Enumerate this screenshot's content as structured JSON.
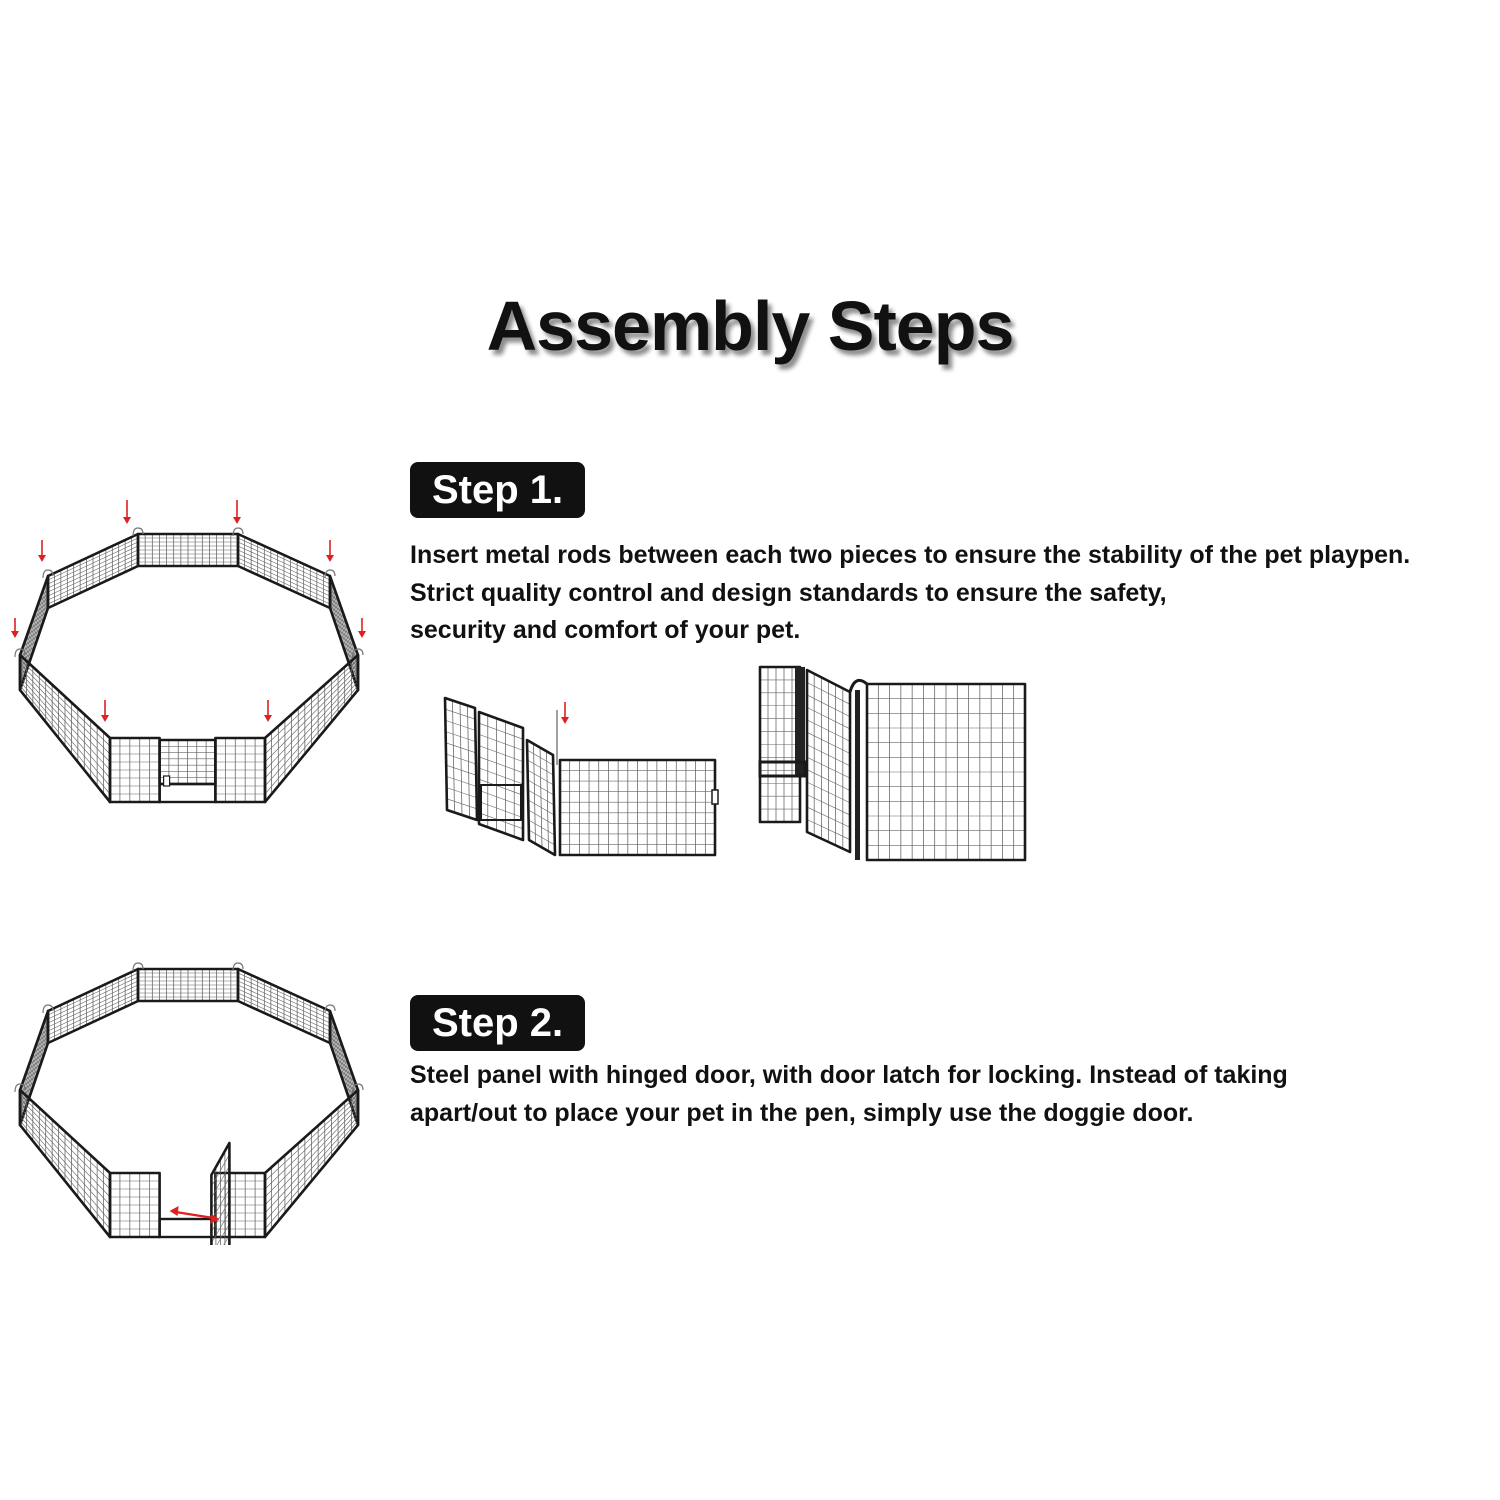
{
  "title": "Assembly Steps",
  "steps": [
    {
      "badge": "Step 1.",
      "lines": [
        "Insert metal rods between each two pieces to ensure the stability of the pet playpen.",
        "Strict quality control and design standards to ensure the safety,",
        "security and comfort of your pet."
      ]
    },
    {
      "badge": "Step 2.",
      "lines": [
        "Steel panel with hinged door, with door latch for locking. Instead of taking",
        "apart/out to place your pet in the pen, simply use the doggie door."
      ]
    }
  ],
  "colors": {
    "arrow": "#e02020",
    "frame": "#1a1a1a",
    "badge_bg": "#111111",
    "badge_text": "#ffffff"
  },
  "illustrations": {
    "step1_playpen": "octagon-playpen-with-rod-arrows",
    "step1_panels": "folded-panels-with-rod",
    "step1_closeup": "panel-joint-closeup",
    "step2_playpen": "octagon-playpen-door-open"
  }
}
